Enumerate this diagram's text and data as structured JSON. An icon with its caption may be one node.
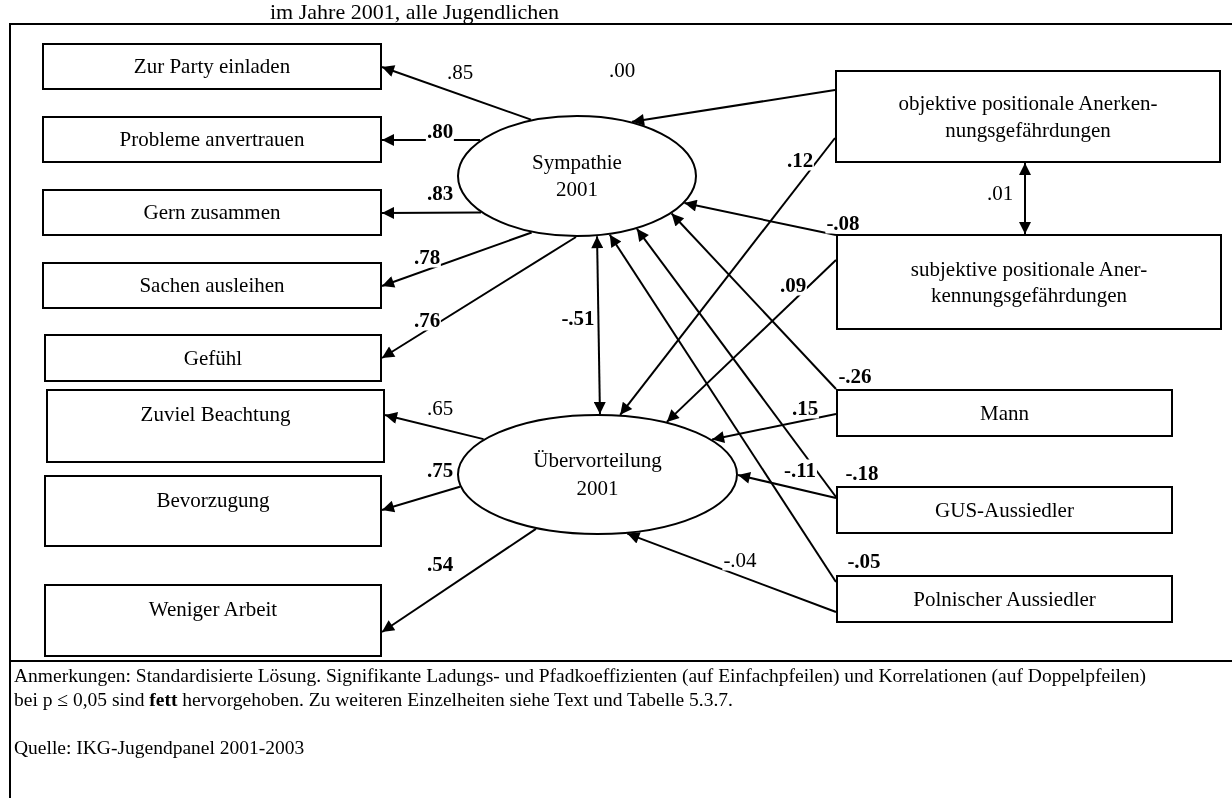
{
  "diagram": {
    "title": "im Jahre 2001, alle Jugendlichen",
    "nodes": [
      {
        "text": [
          "Zur Party einladen"
        ]
      },
      {
        "text": [
          "Probleme anvertrauen"
        ]
      },
      {
        "text": [
          "Gern zusammen"
        ]
      },
      {
        "text": [
          "Sachen ausleihen"
        ]
      },
      {
        "text": [
          "Gefühl"
        ]
      },
      {
        "text": [
          "Zuviel Beachtung"
        ]
      },
      {
        "text": [
          "Bevorzugung"
        ]
      },
      {
        "text": [
          "Weniger Arbeit"
        ]
      },
      {
        "text": [
          "Sympathie 2001"
        ]
      },
      {
        "text": [
          "Übervorteilung 2001"
        ]
      },
      {
        "text": [
          "objektive positionale Anerken- nungsgefährdungen"
        ]
      },
      {
        "text": [
          "subjektive positionale Aner- kennungsgefährdungen"
        ]
      },
      {
        "text": [
          "Mann"
        ]
      },
      {
        "text": [
          "GUS-Aussiedler"
        ]
      },
      {
        "text": [
          "Polnischer Aussiedler"
        ]
      }
    ],
    "edges": [
      {
        "from": 8,
        "to": 0,
        "arrow": "to",
        "label": ".85"
      },
      {
        "from": 8,
        "to": 1,
        "arrow": "to",
        "label": "**.80**"
      },
      {
        "from": 8,
        "to": 2,
        "arrow": "to",
        "label": "**.83**"
      },
      {
        "from": 8,
        "to": 3,
        "arrow": "to",
        "label": "**.78**"
      },
      {
        "from": 8,
        "to": 4,
        "arrow": "to",
        "label": "**.76**"
      },
      {
        "from": 9,
        "to": 5,
        "arrow": "to",
        "label": ".65"
      },
      {
        "from": 9,
        "to": 6,
        "arrow": "to",
        "label": "**.75**"
      },
      {
        "from": 9,
        "to": 7,
        "arrow": "to",
        "label": "**.54**"
      },
      {
        "from": 8,
        "to": 9,
        "arrow": "both",
        "label": "**-.51**"
      },
      {
        "from": 10,
        "to": 8,
        "arrow": "to",
        "label": ".00"
      },
      {
        "from": 10,
        "to": 9,
        "arrow": "to",
        "label": "**.12**"
      },
      {
        "from": 10,
        "to": 11,
        "arrow": "both",
        "label": ".01"
      },
      {
        "from": 11,
        "to": 8,
        "arrow": "to",
        "label": "**-.08**"
      },
      {
        "from": 11,
        "to": 9,
        "arrow": "to",
        "label": "**.09**"
      },
      {
        "from": 12,
        "to": 8,
        "arrow": "to",
        "label": "**-.26**"
      },
      {
        "from": 12,
        "to": 9,
        "arrow": "to",
        "label": "**.15**"
      },
      {
        "from": 13,
        "to": 8,
        "arrow": "to",
        "label": "**-.18**"
      },
      {
        "from": 13,
        "to": 9,
        "arrow": "to",
        "label": "**-.11**"
      },
      {
        "from": 14,
        "to": 8,
        "arrow": "to",
        "label": "**-.05**"
      },
      {
        "from": 14,
        "to": 9,
        "arrow": "to",
        "label": "-.04"
      }
    ],
    "labels": [
      "Anmerkungen: Standardisierte Lösung. Signifikante Ladungs- und Pfadkoeffizienten (auf Einfachpfeilen) und Korrelationen (auf Doppelpfeilen) bei p ≤ 0,05 sind **fett** hervorgehoben. Zu weiteren Einzelheiten siehe Text und Tabelle 5.3.7.",
      "Quelle: IKG-Jugendpanel 2001-2003"
    ]
  }
}
